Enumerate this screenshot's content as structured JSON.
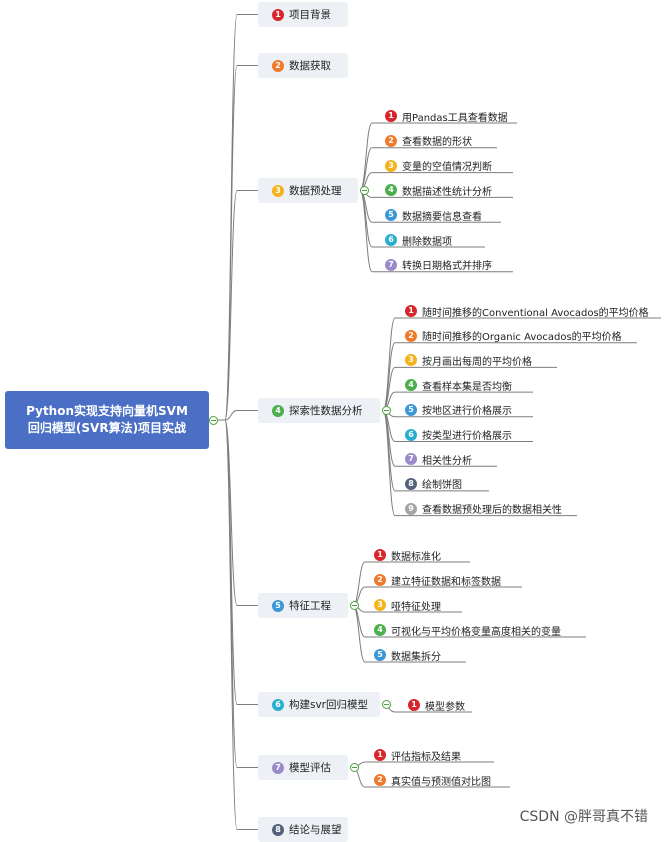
{
  "root": {
    "line1": "Python实现支持向量机SVM",
    "line2": "回归模型(SVR算法)项目实战"
  },
  "colors": [
    "#d7262c",
    "#ef7a2b",
    "#f4b21b",
    "#4cae4c",
    "#3c97d6",
    "#27afcf",
    "#9b8ac9",
    "#55627b",
    "#a4a4a4"
  ],
  "branches": [
    {
      "num": "1",
      "label": "项目背景",
      "items": []
    },
    {
      "num": "2",
      "label": "数据获取",
      "items": []
    },
    {
      "num": "3",
      "label": "数据预处理",
      "items": [
        {
          "num": "1",
          "label": "用Pandas工具查看数据"
        },
        {
          "num": "2",
          "label": "查看数据的形状"
        },
        {
          "num": "3",
          "label": "变量的空值情况判断"
        },
        {
          "num": "4",
          "label": "数据描述性统计分析"
        },
        {
          "num": "5",
          "label": "数据摘要信息查看"
        },
        {
          "num": "6",
          "label": "删除数据项"
        },
        {
          "num": "7",
          "label": "转换日期格式并排序"
        }
      ]
    },
    {
      "num": "4",
      "label": "探索性数据分析",
      "items": [
        {
          "num": "1",
          "label": "随时间推移的Conventional Avocados的平均价格"
        },
        {
          "num": "2",
          "label": "随时间推移的Organic Avocados的平均价格"
        },
        {
          "num": "3",
          "label": "按月画出每周的平均价格"
        },
        {
          "num": "4",
          "label": "查看样本集是否均衡"
        },
        {
          "num": "5",
          "label": "按地区进行价格展示"
        },
        {
          "num": "6",
          "label": "按类型进行价格展示"
        },
        {
          "num": "7",
          "label": "相关性分析"
        },
        {
          "num": "8",
          "label": "绘制饼图"
        },
        {
          "num": "9",
          "label": "查看数据预处理后的数据相关性"
        }
      ]
    },
    {
      "num": "5",
      "label": "特征工程",
      "items": [
        {
          "num": "1",
          "label": "数据标准化"
        },
        {
          "num": "2",
          "label": "建立特征数据和标签数据"
        },
        {
          "num": "3",
          "label": "哑特征处理"
        },
        {
          "num": "4",
          "label": "可视化与平均价格变量高度相关的变量"
        },
        {
          "num": "5",
          "label": "数据集拆分"
        }
      ]
    },
    {
      "num": "6",
      "label": "构建svr回归模型",
      "items": [
        {
          "num": "1",
          "label": "模型参数"
        }
      ]
    },
    {
      "num": "7",
      "label": "模型评估",
      "items": [
        {
          "num": "1",
          "label": "评估指标及结果"
        },
        {
          "num": "2",
          "label": "真实值与预测值对比图"
        }
      ]
    },
    {
      "num": "8",
      "label": "结论与展望",
      "items": []
    }
  ],
  "watermark": "CSDN @胖哥真不错"
}
